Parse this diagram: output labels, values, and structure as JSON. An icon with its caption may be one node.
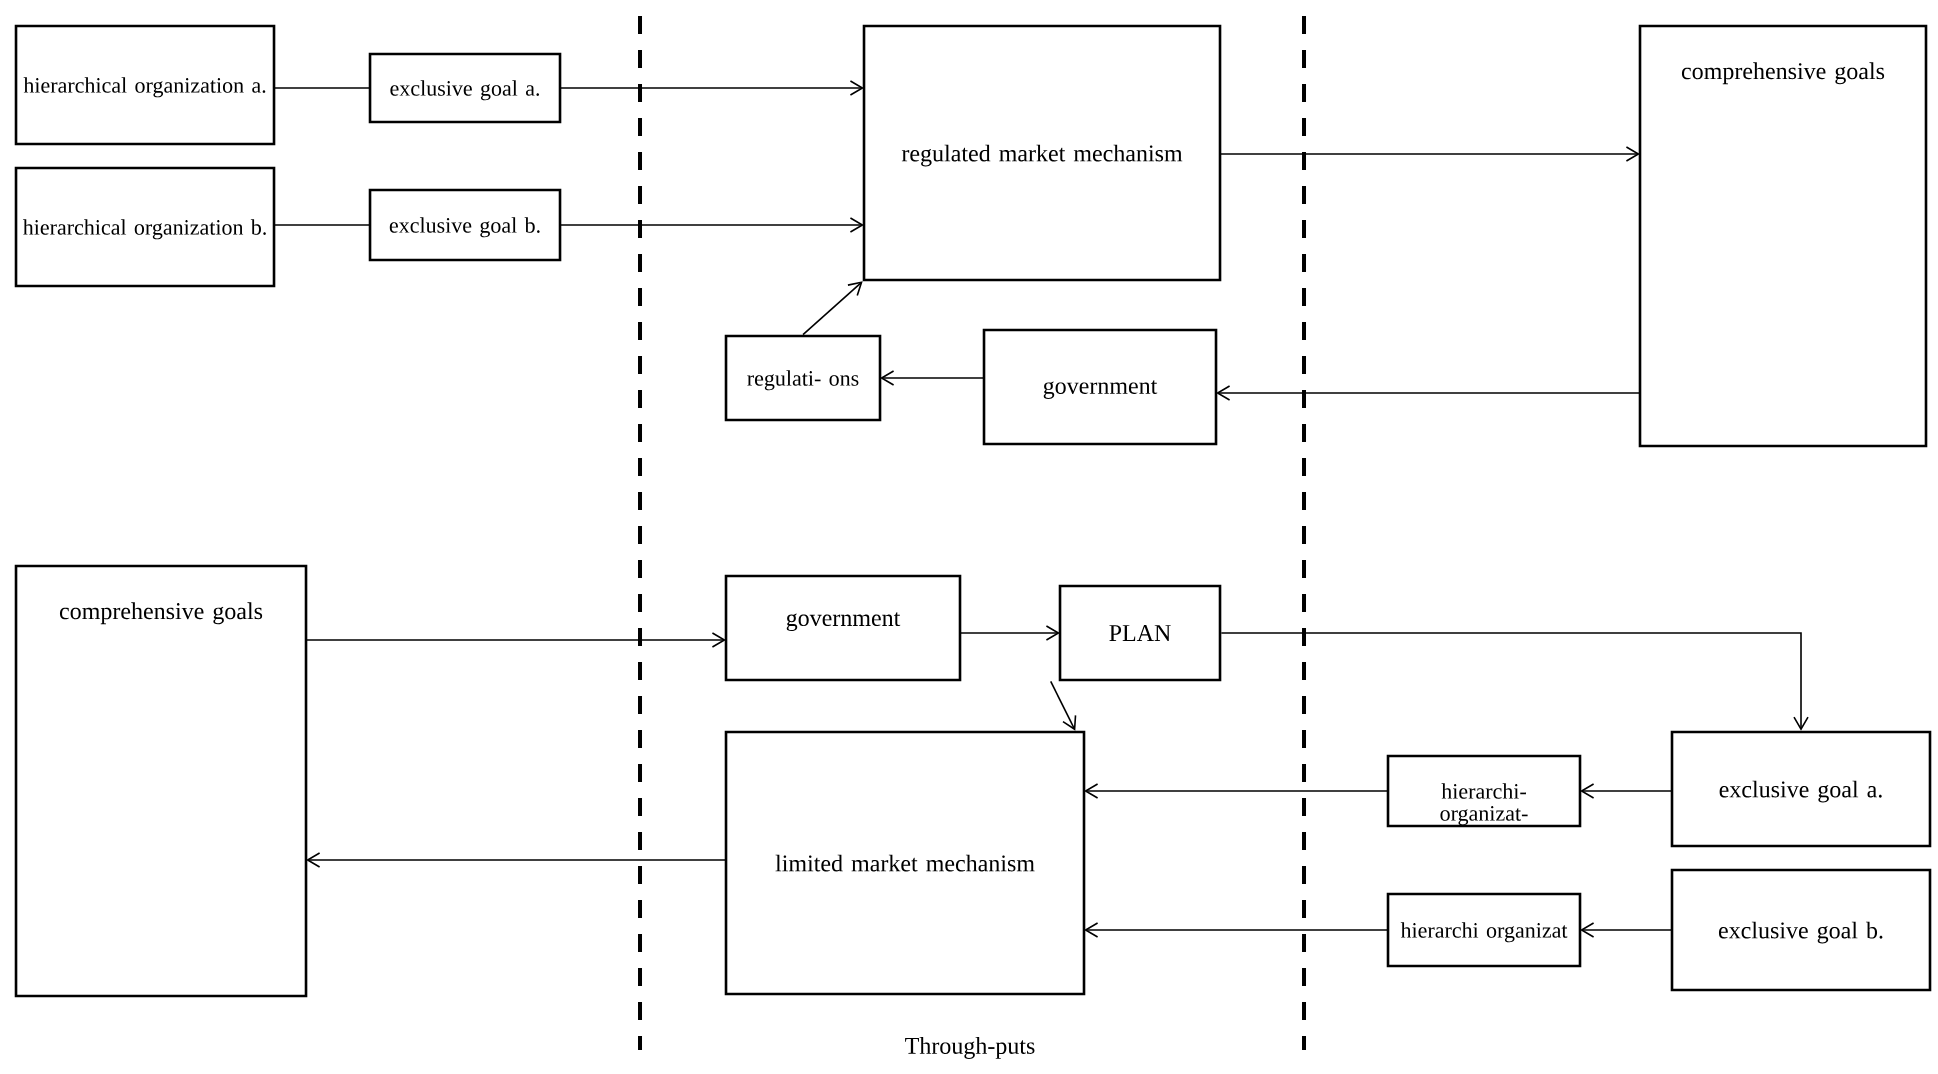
{
  "diagram": {
    "nodes": [
      {
        "text": [
          "hierarchical organization a."
        ]
      },
      {
        "text": [
          "hierarchical organization b."
        ]
      },
      {
        "text": [
          "exclusive goal a."
        ]
      },
      {
        "text": [
          "exclusive goal b."
        ]
      },
      {
        "text": [
          "regulated market mechanism"
        ]
      },
      {
        "text": [
          "comprehensive goals"
        ]
      },
      {
        "text": [
          "regulati- ons"
        ]
      },
      {
        "text": [
          "government"
        ]
      },
      {
        "text": [
          "comprehensive goals"
        ]
      },
      {
        "text": [
          "government"
        ]
      },
      {
        "text": [
          "PLAN"
        ]
      },
      {
        "text": [
          "limited market mechanism"
        ]
      },
      {
        "text": [
          "hierarchi- organizat-"
        ]
      },
      {
        "text": [
          "hierarchi organizat"
        ]
      },
      {
        "text": [
          "exclusive goal a."
        ]
      },
      {
        "text": [
          "exclusive goal b."
        ]
      }
    ],
    "edges": [
      {
        "from": 0,
        "to": 2,
        "arrow": "none"
      },
      {
        "from": 2,
        "to": 4,
        "arrow": "to"
      },
      {
        "from": 1,
        "to": 3,
        "arrow": "none"
      },
      {
        "from": 3,
        "to": 4,
        "arrow": "to"
      },
      {
        "from": 4,
        "to": 5,
        "arrow": "to"
      },
      {
        "from": 5,
        "to": 7,
        "arrow": "to"
      },
      {
        "from": 7,
        "to": 6,
        "arrow": "to"
      },
      {
        "from": 6,
        "to": 4,
        "arrow": "to"
      },
      {
        "from": 8,
        "to": 9,
        "arrow": "to"
      },
      {
        "from": 9,
        "to": 10,
        "arrow": "to"
      },
      {
        "from": 10,
        "to": 14,
        "arrow": "to"
      },
      {
        "from": 10,
        "to": 11,
        "arrow": "to"
      },
      {
        "from": 14,
        "to": 12,
        "arrow": "to"
      },
      {
        "from": 12,
        "to": 11,
        "arrow": "to"
      },
      {
        "from": 15,
        "to": 13,
        "arrow": "to"
      },
      {
        "from": 13,
        "to": 11,
        "arrow": "to"
      },
      {
        "from": 11,
        "to": 8,
        "arrow": "to"
      }
    ],
    "labels": [
      "Through-puts"
    ]
  }
}
